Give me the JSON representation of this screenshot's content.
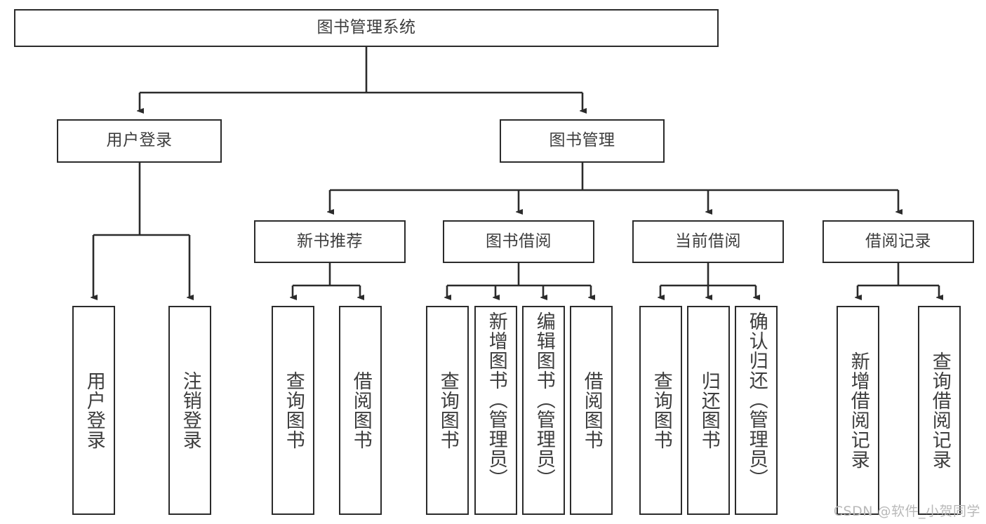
{
  "diagram": {
    "type": "tree-hierarchy-chart",
    "title": "图书管理系统",
    "watermark": "CSDN @软件_小贺同学",
    "colors": {
      "background": "#ffffff",
      "border": "#2b2b2b",
      "text": "#3d3d3d",
      "edge": "#2b2b2b",
      "watermark": "#b9b9b9"
    },
    "root": {
      "label": "图书管理系统",
      "orientation": "horizontal"
    },
    "level2": [
      {
        "label": "用户登录",
        "orientation": "horizontal"
      },
      {
        "label": "图书管理",
        "orientation": "horizontal"
      }
    ],
    "level3": [
      {
        "label": "新书推荐",
        "orientation": "horizontal"
      },
      {
        "label": "图书借阅",
        "orientation": "horizontal"
      },
      {
        "label": "当前借阅",
        "orientation": "horizontal"
      },
      {
        "label": "借阅记录",
        "orientation": "horizontal"
      }
    ],
    "leaves": {
      "user_login": [
        {
          "label": "用户登录",
          "orientation": "vertical"
        },
        {
          "label": "注销登录",
          "orientation": "vertical"
        }
      ],
      "new_book_recommend": [
        {
          "label": "查询图书",
          "orientation": "vertical"
        },
        {
          "label": "借阅图书",
          "orientation": "vertical"
        }
      ],
      "book_borrow": [
        {
          "label": "查询图书",
          "orientation": "vertical"
        },
        {
          "label": "新增图书（管理员）",
          "orientation": "vertical"
        },
        {
          "label": "编辑图书（管理员）",
          "orientation": "vertical"
        },
        {
          "label": "借阅图书",
          "orientation": "vertical"
        }
      ],
      "current_borrow": [
        {
          "label": "查询图书",
          "orientation": "vertical"
        },
        {
          "label": "归还图书",
          "orientation": "vertical"
        },
        {
          "label": "确认归还（管理员）",
          "orientation": "vertical"
        }
      ],
      "borrow_record": [
        {
          "label": "新增借阅记录",
          "orientation": "vertical"
        },
        {
          "label": "查询借阅记录",
          "orientation": "vertical"
        }
      ]
    }
  }
}
